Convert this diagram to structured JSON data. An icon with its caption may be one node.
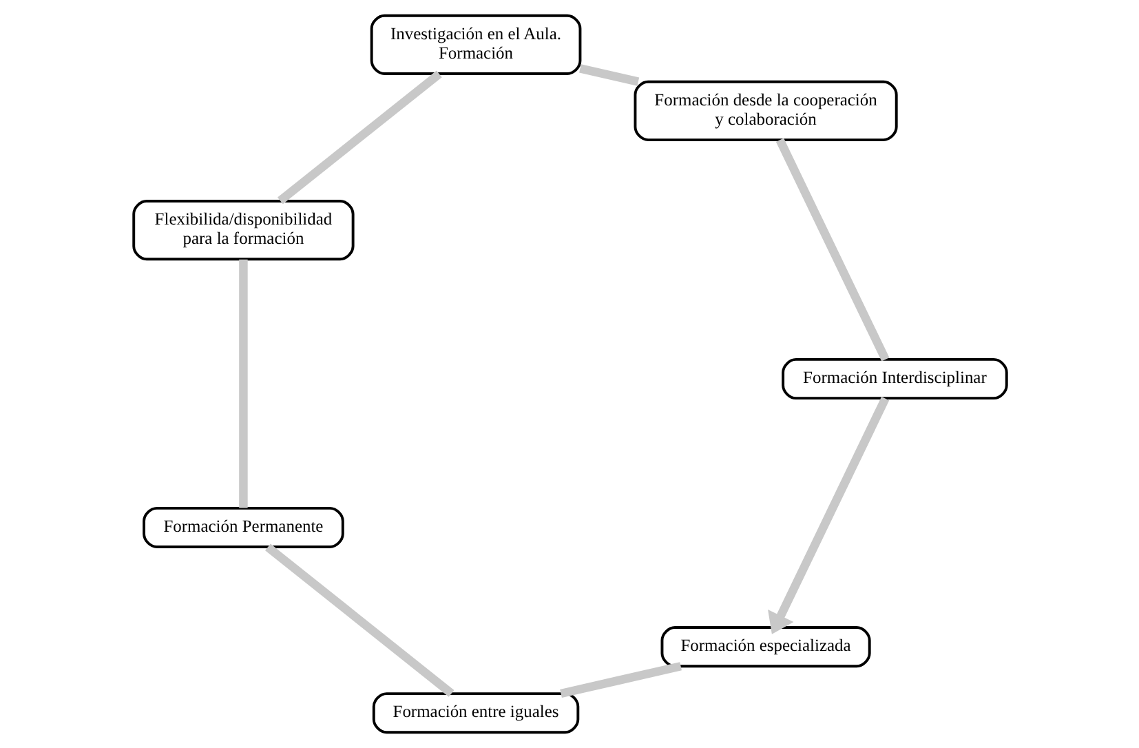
{
  "diagram": {
    "nodes": [
      {
        "text": [
          "Formación especializada"
        ]
      },
      {
        "text": [
          "Formación Interdisciplinar"
        ]
      },
      {
        "text": [
          "Formación entre iguales"
        ]
      },
      {
        "text": [
          "Formación Permanente"
        ]
      },
      {
        "text": [
          "Formación desde la cooperación y colaboración"
        ]
      },
      {
        "text": [
          "Flexibilida/disponibilidad para la formación"
        ]
      },
      {
        "text": [
          "Investigación en el Aula. Formación"
        ]
      }
    ],
    "edges": [
      {
        "from": 0,
        "to": 2,
        "arrow": "none"
      },
      {
        "from": 2,
        "to": 3,
        "arrow": "none"
      },
      {
        "from": 3,
        "to": 5,
        "arrow": "none"
      },
      {
        "from": 5,
        "to": 6,
        "arrow": "none"
      },
      {
        "from": 6,
        "to": 4,
        "arrow": "none"
      },
      {
        "from": 4,
        "to": 1,
        "arrow": "none"
      },
      {
        "from": 1,
        "to": 0,
        "arrow": "to"
      }
    ]
  }
}
